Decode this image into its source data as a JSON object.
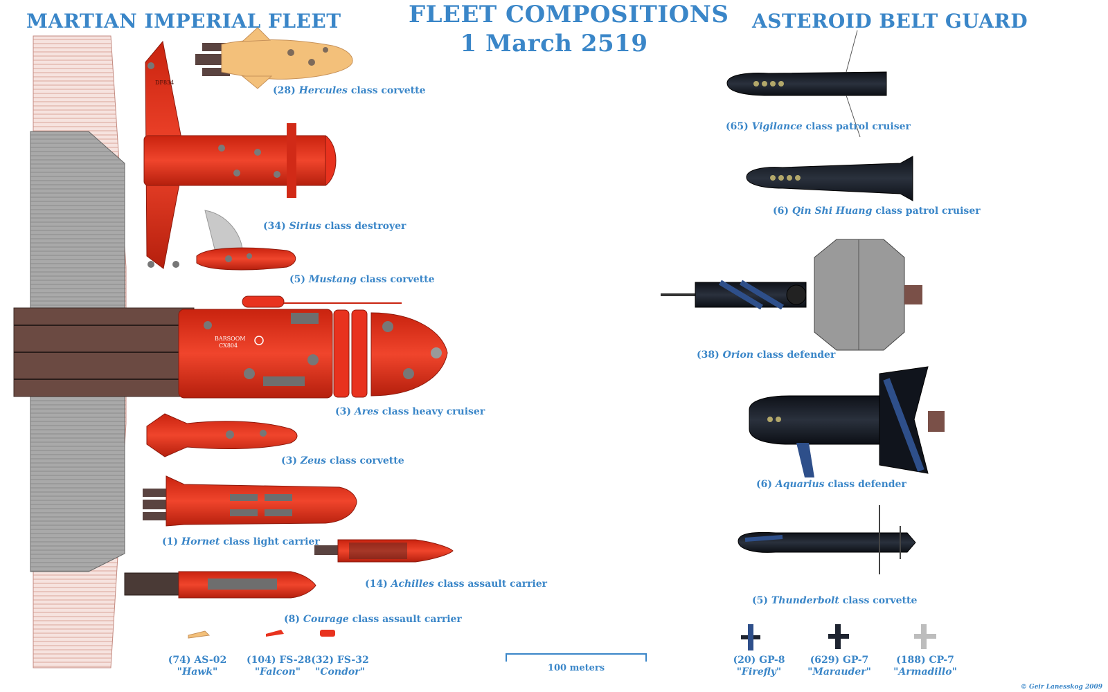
{
  "titles": {
    "main_line1": "FLEET COMPOSITIONS",
    "main_line2": "1 March 2519",
    "left": "MARTIAN IMPERIAL FLEET",
    "right": "ASTEROID BELT GUARD"
  },
  "mars_ships": [
    {
      "count": "(28)",
      "name": "Hercules",
      "cls": "class corvette"
    },
    {
      "count": "(34)",
      "name": "Sirius",
      "cls": "class destroyer"
    },
    {
      "count": "(5)",
      "name": "Mustang",
      "cls": "class corvette"
    },
    {
      "count": "(3)",
      "name": "Ares",
      "cls": "class heavy cruiser"
    },
    {
      "count": "(3)",
      "name": "Zeus",
      "cls": "class corvette"
    },
    {
      "count": "(1)",
      "name": "Hornet",
      "cls": "class light carrier"
    },
    {
      "count": "(14)",
      "name": "Achilles",
      "cls": "class assault carrier"
    },
    {
      "count": "(8)",
      "name": "Courage",
      "cls": "class assault carrier"
    }
  ],
  "mars_small": [
    {
      "line1": "(74) AS-02",
      "line2": "\"Hawk\""
    },
    {
      "line1": "(104) FS-28",
      "line2": "\"Falcon\""
    },
    {
      "line1": "(32) FS-32",
      "line2": "\"Condor\""
    }
  ],
  "belt_ships": [
    {
      "count": "(65)",
      "name": "Vigilance",
      "cls": "class patrol cruiser"
    },
    {
      "count": "(6)",
      "name": "Qin Shi Huang",
      "cls": "class patrol cruiser"
    },
    {
      "count": "(38)",
      "name": "Orion",
      "cls": "class defender"
    },
    {
      "count": "(6)",
      "name": "Aquarius",
      "cls": "class defender"
    },
    {
      "count": "(5)",
      "name": "Thunderbolt",
      "cls": "class corvette"
    }
  ],
  "belt_small": [
    {
      "line1": "(20) GP-8",
      "line2": "\"Firefly\""
    },
    {
      "line1": "(629) GP-7",
      "line2": "\"Marauder\""
    },
    {
      "line1": "(188) CP-7",
      "line2": "\"Armadillo\""
    }
  ],
  "ship_markings": {
    "ares_name": "BARSOOM",
    "ares_code": "CX804",
    "sirius_code": "DF834"
  },
  "scale": {
    "label": "100 meters"
  },
  "credit": "© Geir Lanesskog 2009",
  "colors": {
    "label": "#3a86c8",
    "mars_hull": "#e8321e",
    "belt_hull": "#1e2430",
    "belt_stripe": "#2e4f8a",
    "hercules_hull": "#f3c07a"
  }
}
